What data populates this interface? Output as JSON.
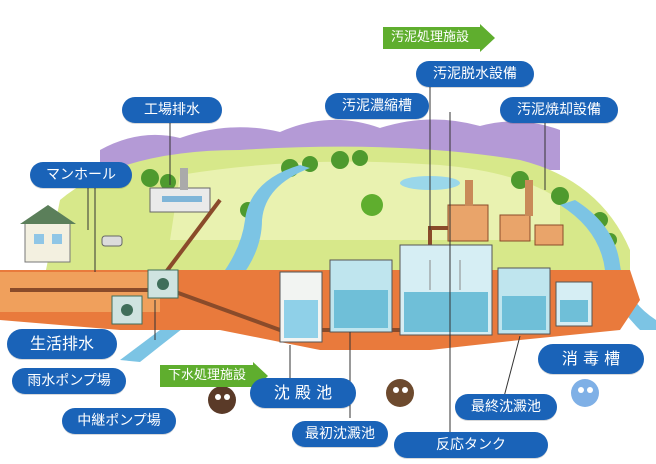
{
  "arrows": {
    "sludge": "汚泥処理施設",
    "sewage": "下水処理施設"
  },
  "labels": {
    "dewatering": "汚泥脱水設備",
    "thickener": "汚泥濃縮槽",
    "incinerator": "汚泥焼却設備",
    "factory": "工場排水",
    "manhole": "マンホール",
    "domestic": "生活排水",
    "rain_pump": "雨水ポンプ場",
    "relay_pump": "中継ポンプ場",
    "sedimentation": "沈 殿 池",
    "primary": "最初沈澱池",
    "reaction": "反応タンク",
    "final": "最終沈澱池",
    "disinfection": "消 毒 槽"
  },
  "colors": {
    "label_blue": "#1a63b8",
    "arrow_green": "#5fae2e",
    "ground": "#e97a3c",
    "water": "#8fd0e8"
  }
}
